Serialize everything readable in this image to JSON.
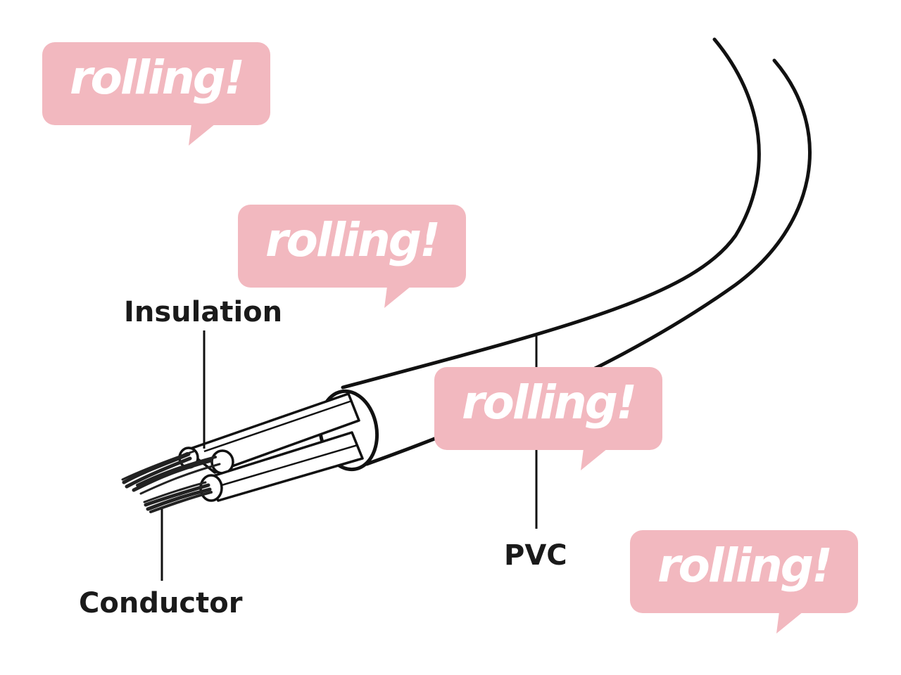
{
  "labels": {
    "insulation": "Insulation",
    "conductor": "Conductor",
    "pvc": "PVC"
  },
  "watermark": {
    "text": "rolling!",
    "color": "#f2b8bf"
  },
  "colors": {
    "line": "#111111",
    "strands": "#222222",
    "background": "#ffffff"
  }
}
